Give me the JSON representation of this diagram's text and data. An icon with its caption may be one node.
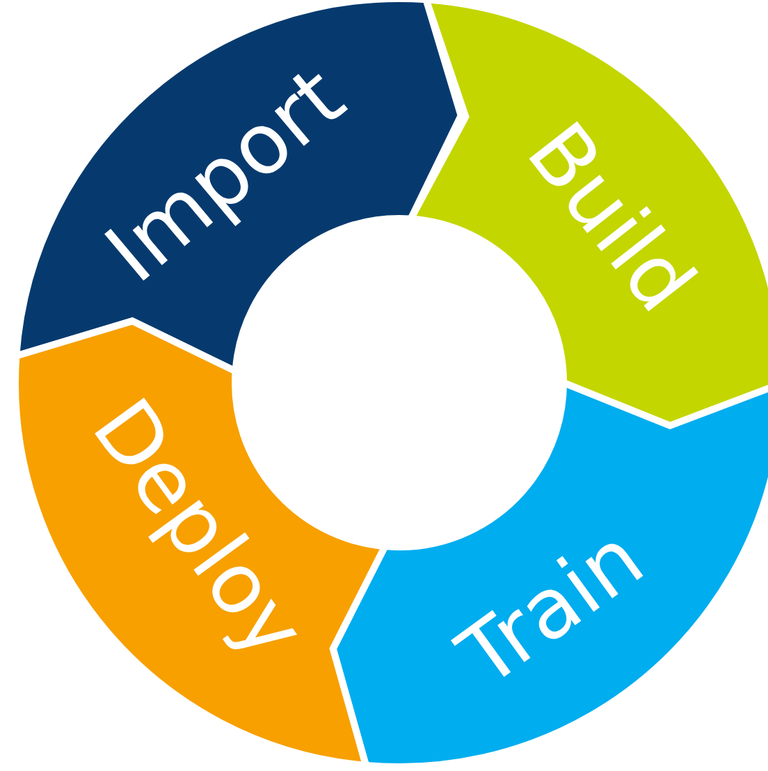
{
  "diagram": {
    "nodes": [
      {
        "text": [
          "Import"
        ]
      },
      {
        "text": [
          "Build"
        ]
      },
      {
        "text": [
          "Train"
        ]
      },
      {
        "text": [
          "Deploy"
        ]
      }
    ]
  }
}
